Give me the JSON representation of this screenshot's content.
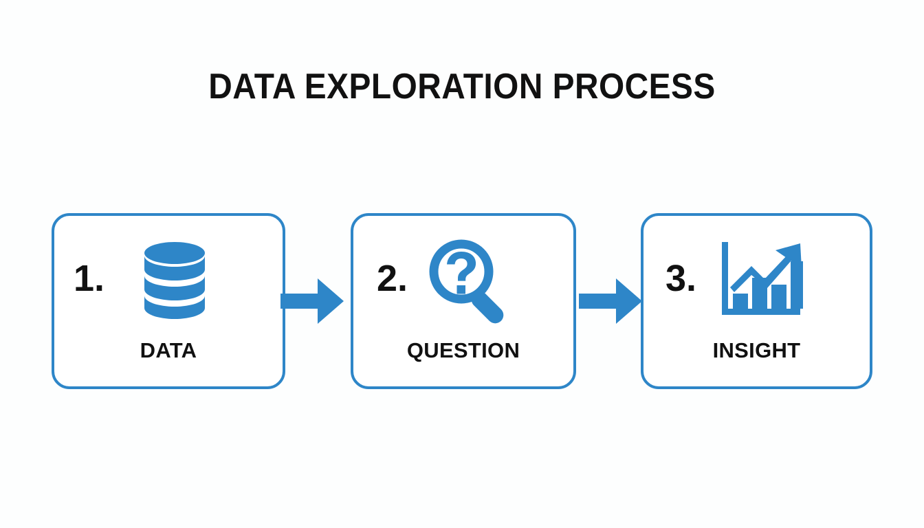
{
  "title": "DATA EXPLORATION PROCESS",
  "colors": {
    "accent": "#2e86c8",
    "text": "#111111",
    "background": "#fdfefe",
    "card_background": "#ffffff"
  },
  "steps": [
    {
      "number": "1.",
      "label": "DATA",
      "icon": "database-icon"
    },
    {
      "number": "2.",
      "label": "QUESTION",
      "icon": "magnifier-question-icon"
    },
    {
      "number": "3.",
      "label": "INSIGHT",
      "icon": "bar-chart-trend-icon"
    }
  ],
  "connectors": [
    {
      "icon": "arrow-right-icon"
    },
    {
      "icon": "arrow-right-icon"
    }
  ]
}
